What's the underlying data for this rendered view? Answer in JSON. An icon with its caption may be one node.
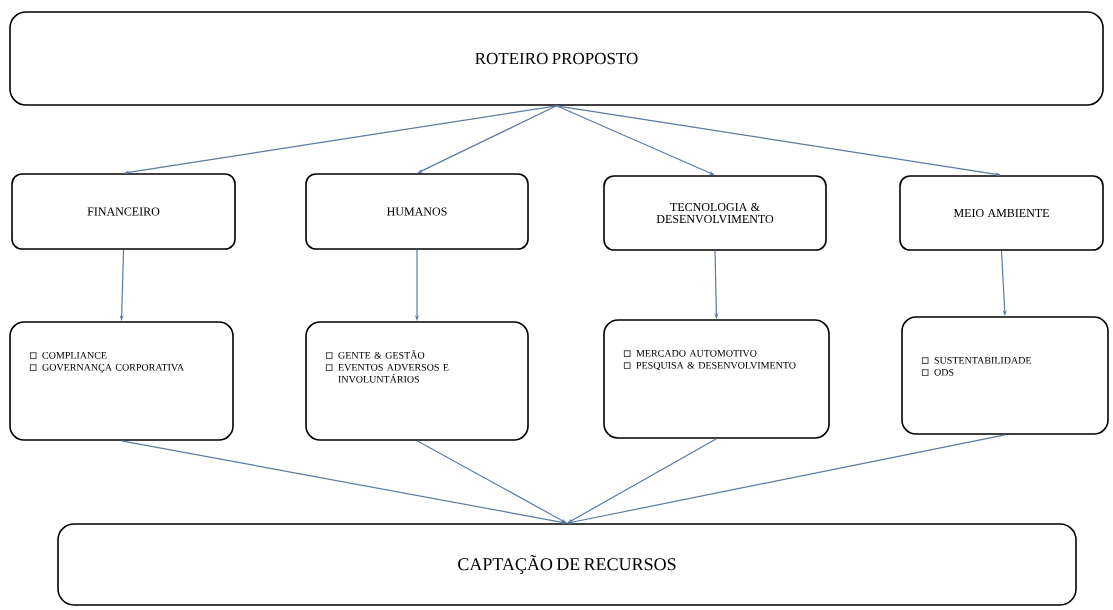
{
  "diagram": {
    "nodes": [
      {
        "text": [
          "ROTEIRO PROPOSTO"
        ]
      },
      {
        "text": [
          "FINANCEIRO"
        ]
      },
      {
        "text": [
          "HUMANOS"
        ]
      },
      {
        "text": [
          "TECNOLOGIA & DESENVOLVIMENTO"
        ]
      },
      {
        "text": [
          "MEIO AMBIENTE"
        ]
      },
      {
        "text": [
          "COMPLIANCE",
          "GOVERNANÇA CORPORATIVA"
        ]
      },
      {
        "text": [
          "GENTE & GESTÃO",
          "EVENTOS ADVERSOS E INVOLUNTÁRIOS"
        ]
      },
      {
        "text": [
          "MERCADO AUTOMOTIVO",
          "PESQUISA & DESENVOLVIMENTO"
        ]
      },
      {
        "text": [
          "SUSTENTABILIDADE",
          "ODS"
        ]
      },
      {
        "text": [
          "CAPTAÇÃO DE RECURSOS"
        ]
      }
    ],
    "edges": [
      {
        "from": 0,
        "to": 1,
        "arrow": "to"
      },
      {
        "from": 0,
        "to": 2,
        "arrow": "to"
      },
      {
        "from": 0,
        "to": 3,
        "arrow": "to"
      },
      {
        "from": 0,
        "to": 4,
        "arrow": "to"
      },
      {
        "from": 1,
        "to": 5,
        "arrow": "to"
      },
      {
        "from": 2,
        "to": 6,
        "arrow": "to"
      },
      {
        "from": 3,
        "to": 7,
        "arrow": "to"
      },
      {
        "from": 4,
        "to": 8,
        "arrow": "to"
      },
      {
        "from": 5,
        "to": 9,
        "arrow": "to"
      },
      {
        "from": 6,
        "to": 9,
        "arrow": "to"
      },
      {
        "from": 7,
        "to": 9,
        "arrow": "to"
      },
      {
        "from": 8,
        "to": 9,
        "arrow": "to"
      }
    ]
  }
}
